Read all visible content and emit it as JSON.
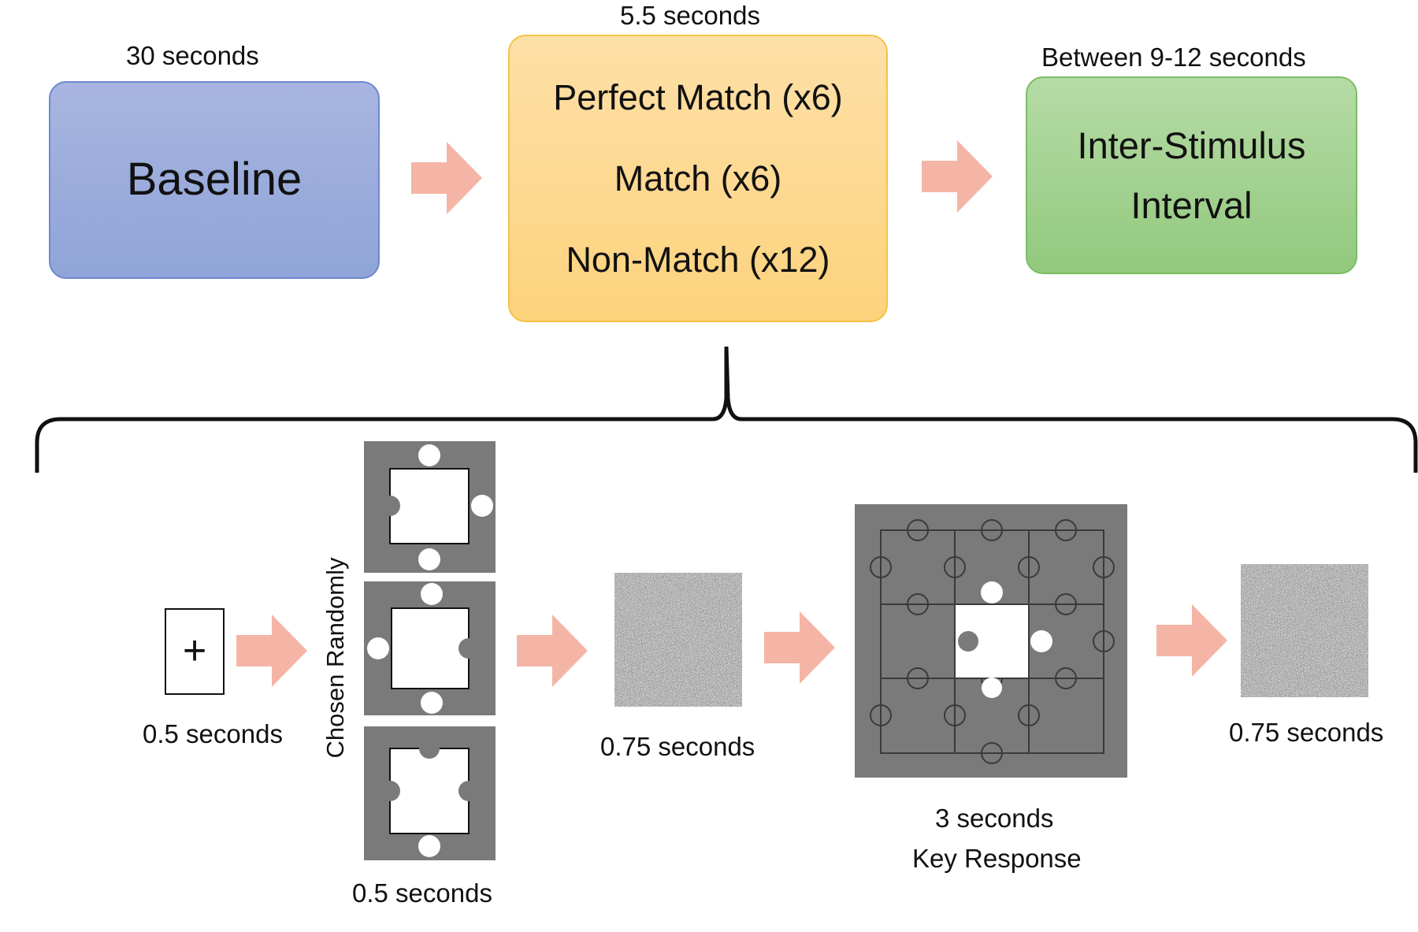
{
  "top": {
    "baseline": {
      "duration": "30 seconds",
      "label": "Baseline"
    },
    "trial": {
      "duration": "5.5 seconds",
      "lines": [
        "Perfect Match (x6)",
        "Match (x6)",
        "Non-Match (x12)"
      ]
    },
    "isi": {
      "duration": "Between 9-12 seconds",
      "lines": [
        "Inter-Stimulus",
        "Interval"
      ]
    }
  },
  "sequence": {
    "fixation": {
      "symbol": "+",
      "duration": "0.5 seconds"
    },
    "pieces": {
      "side_label": "Chosen Randomly",
      "duration": "0.5 seconds"
    },
    "mask1": {
      "duration": "0.75 seconds"
    },
    "puzzle": {
      "duration": "3 seconds",
      "response": "Key Response"
    },
    "mask2": {
      "duration": "0.75 seconds"
    }
  },
  "colors": {
    "baseline_fill": "#a0b0de",
    "trial_fill": "#fdd98f",
    "isi_fill": "#a5d293",
    "arrow": "#f5b5a6",
    "puzzle_gray": "#7a7a7a"
  }
}
